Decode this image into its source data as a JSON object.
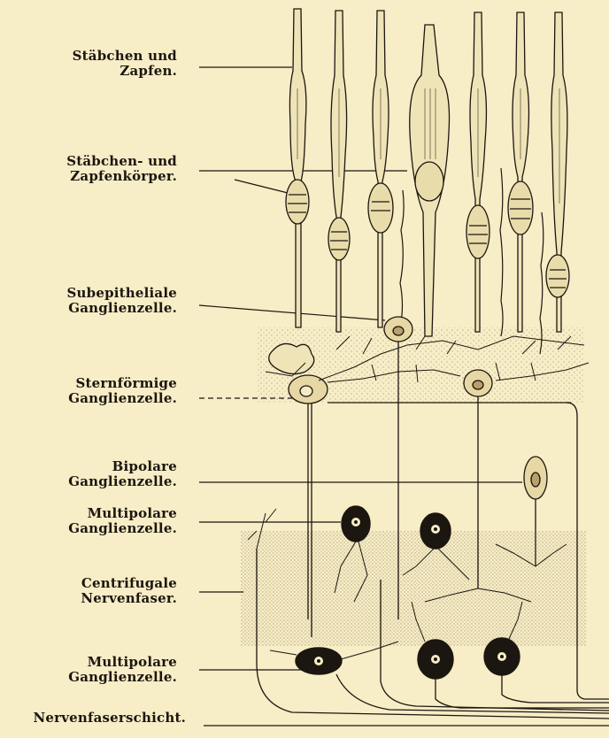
{
  "labels": {
    "rods_cones": [
      "Stäbchen und",
      "Zapfen."
    ],
    "rod_cone_bodies": [
      "Stäbchen- und",
      "Zapfenkörper."
    ],
    "subepithelial": [
      "Subepitheliale",
      "Ganglienzelle."
    ],
    "stellate": [
      "Sternförmige",
      "Ganglienzelle."
    ],
    "bipolar": [
      "Bipolare",
      "Ganglienzelle."
    ],
    "multipolar_1": [
      "Multipolare",
      "Ganglienzelle."
    ],
    "centrifugal": [
      "Centrifugale",
      "Nervenfaser."
    ],
    "multipolar_2": [
      "Multipolare",
      "Ganglienzelle."
    ],
    "nerve_fiber_layer": "Nervenfaserschicht."
  },
  "colors": {
    "background": "#f7edc6",
    "ink": "#1c1610",
    "stipple": "#b9ad88"
  }
}
